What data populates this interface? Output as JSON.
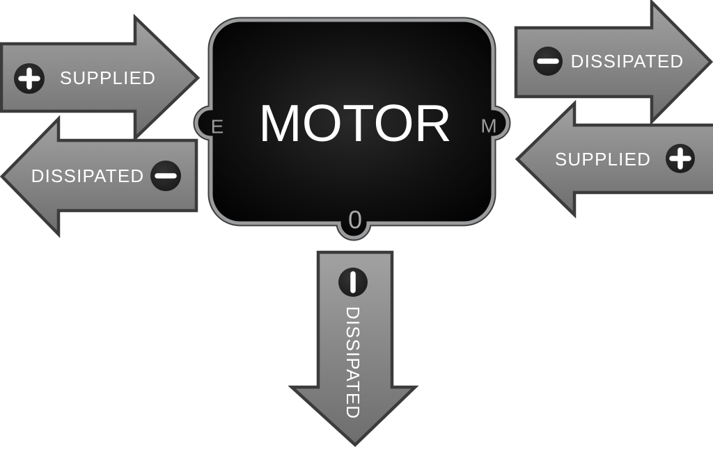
{
  "motor": {
    "label": "MOTOR",
    "ports": [
      {
        "label": "E",
        "side": "left"
      },
      {
        "label": "M",
        "side": "right"
      },
      {
        "label": "0",
        "side": "bottom"
      }
    ]
  },
  "arrows": [
    {
      "label": "SUPPLIED",
      "sign": "+",
      "position": "top-left",
      "direction": "right"
    },
    {
      "label": "DISSIPATED",
      "sign": "-",
      "position": "bottom-left",
      "direction": "left"
    },
    {
      "label": "DISSIPATED",
      "sign": "-",
      "position": "top-right",
      "direction": "right"
    },
    {
      "label": "SUPPLIED",
      "sign": "+",
      "position": "middle-right",
      "direction": "left"
    },
    {
      "label": "DISSIPATED",
      "sign": "-",
      "position": "bottom-center",
      "direction": "down"
    }
  ],
  "colors": {
    "background": "#ffffff",
    "arrow_fill_light": "#a0a0a0",
    "arrow_fill_dark": "#6d6d6d",
    "arrow_outline": "#3b3b3b",
    "badge_fill": "#1e1e1e",
    "badge_symbol": "#ffffff",
    "block_fill": "#000000",
    "block_border": "#9a9c9e",
    "block_label_color": "#ffffff",
    "port_label_color": "#9c9c9c",
    "arrow_label_color": "#ffffff"
  }
}
